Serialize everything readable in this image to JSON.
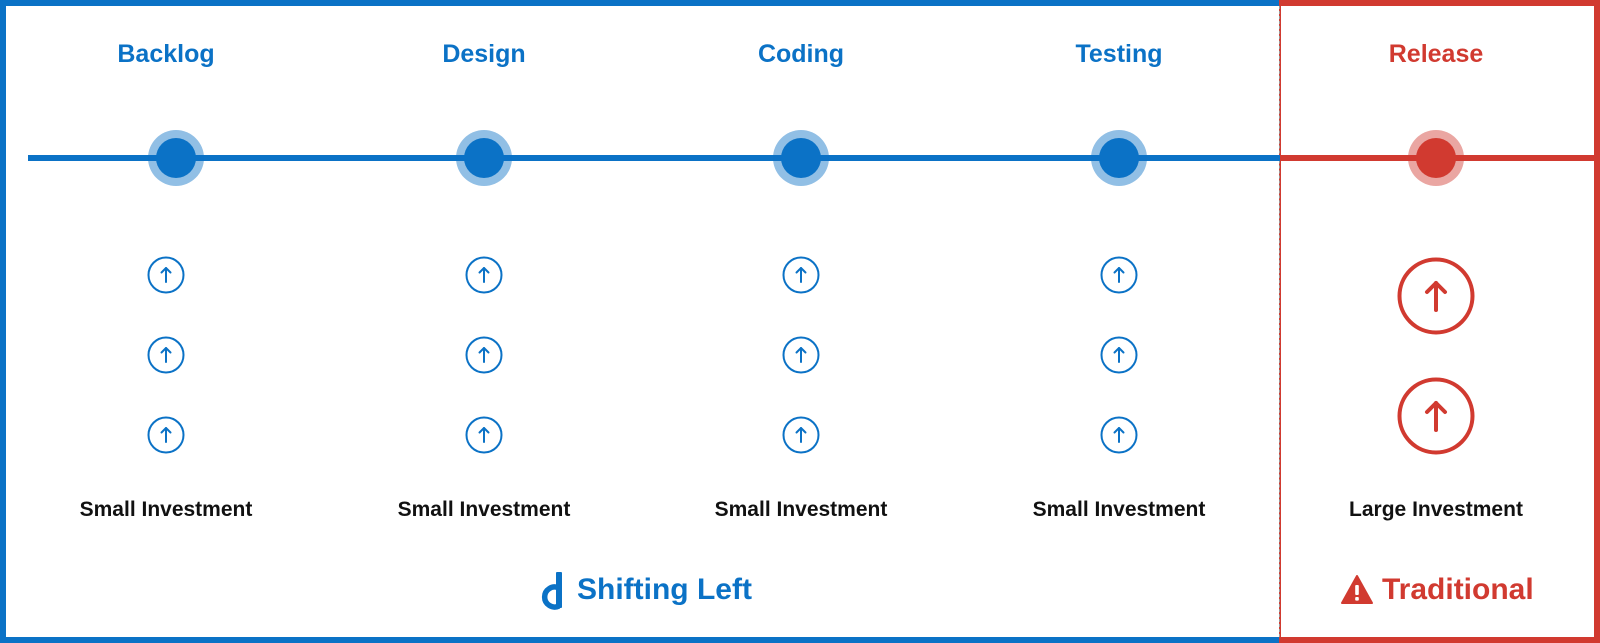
{
  "stages": [
    {
      "title": "Backlog",
      "investment": "Small Investment"
    },
    {
      "title": "Design",
      "investment": "Small Investment"
    },
    {
      "title": "Coding",
      "investment": "Small Investment"
    },
    {
      "title": "Testing",
      "investment": "Small Investment"
    },
    {
      "title": "Release",
      "investment": "Large Investment"
    }
  ],
  "footer": {
    "shifting_left": "Shifting Left",
    "traditional": "Traditional"
  },
  "colors": {
    "blue": "#0b72c6",
    "red": "#d13a30"
  },
  "icons": {
    "stage_marker": "circle-dot-icon",
    "investment": "arrow-up-circle-icon",
    "brand": "brand-logo-icon",
    "warning": "warning-triangle-icon"
  }
}
